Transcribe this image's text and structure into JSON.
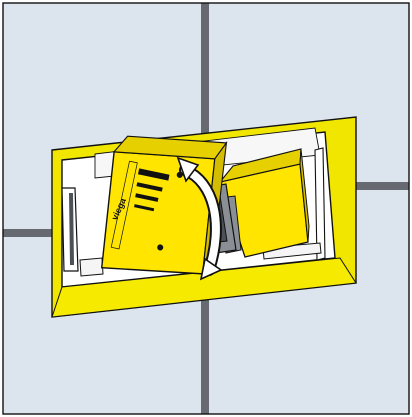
{
  "illustration": {
    "brand_text": "viega",
    "colors": {
      "wall_tile": "#dce5ee",
      "grout": "#666a70",
      "outline": "#111111",
      "frame_yellow": "#f0e600",
      "module_yellow": "#ffe500",
      "module_shadow": "#e7d000",
      "module_dark": "#d4bd00",
      "mechanism_gray": "#8a8f96",
      "dark_gray": "#4c5057",
      "inner_white": "#ffffff"
    },
    "icons": {
      "rotation_arrow": "curved-rotation-arrow",
      "housing": "flush-box-housing",
      "module": "control-module"
    }
  }
}
